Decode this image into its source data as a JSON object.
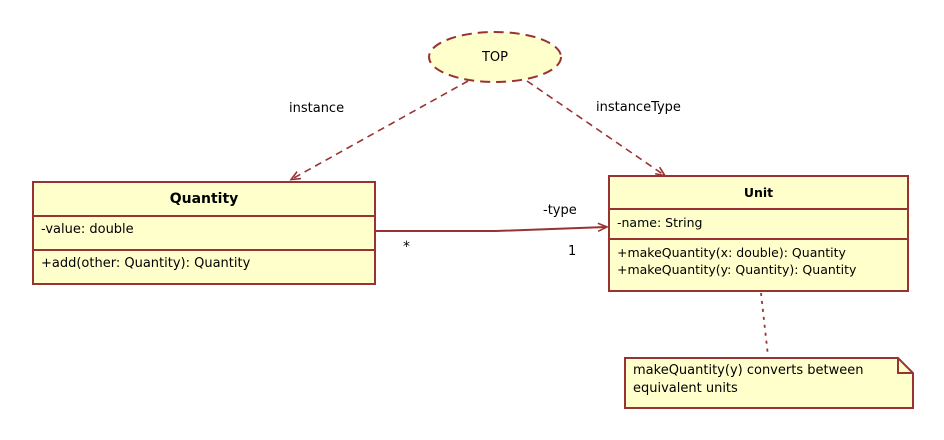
{
  "diagram": {
    "kind": "uml-class-diagram",
    "colors": {
      "fill": "#ffffcc",
      "stroke": "#993333",
      "text": "#000000",
      "background": "#ffffff"
    },
    "top_node": {
      "label": "TOP",
      "shape": "ellipse",
      "stroke_style": "dashed"
    },
    "classes": [
      {
        "id": "quantity",
        "name": "Quantity",
        "attributes": [
          "-value: double"
        ],
        "operations": [
          "+add(other: Quantity): Quantity"
        ]
      },
      {
        "id": "unit",
        "name": "Unit",
        "attributes": [
          "-name: String"
        ],
        "operations": [
          "+makeQuantity(x: double): Quantity",
          "+makeQuantity(y: Quantity): Quantity"
        ]
      }
    ],
    "note": {
      "text": "makeQuantity(y) converts between equivalent units",
      "lines": [
        "makeQuantity(y) converts between",
        "equivalent units"
      ],
      "attached_to": "unit"
    },
    "edges": [
      {
        "id": "instance",
        "label": "instance",
        "from": "TOP",
        "to": "Quantity",
        "style": "dashed",
        "arrow": "open"
      },
      {
        "id": "instanceType",
        "label": "instanceType",
        "from": "TOP",
        "to": "Unit",
        "style": "dashed",
        "arrow": "open"
      },
      {
        "id": "type",
        "label": "-type",
        "from": "Quantity",
        "to": "Unit",
        "style": "solid",
        "arrow": "open",
        "source_multiplicity": "*",
        "target_multiplicity": "1"
      },
      {
        "id": "note-link",
        "label": "",
        "from": "Unit",
        "to": "note",
        "style": "dotted",
        "arrow": "none"
      }
    ]
  }
}
